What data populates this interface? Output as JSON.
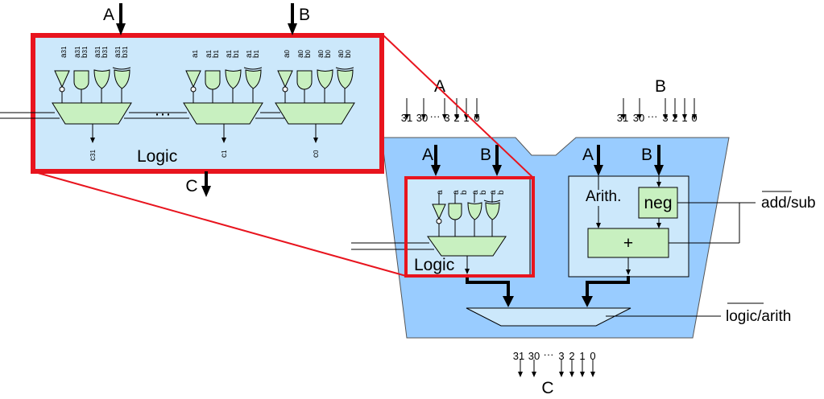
{
  "inputs": {
    "a": "A",
    "b": "B"
  },
  "output": {
    "c": "C"
  },
  "top_bits": {
    "bit_31": "31",
    "bit_30": "30",
    "dots": "···",
    "bit_3": "3",
    "bit_2": "2",
    "bit_1": "1",
    "bit_0": "0"
  },
  "logic": {
    "label": "Logic",
    "ellipsis": "···",
    "slice_31": {
      "a": "a",
      "b": "b",
      "idx": "31",
      "out": "c",
      "out_idx": "31"
    },
    "slice_1": {
      "a": "a",
      "b": "b",
      "idx": "1",
      "out": "c",
      "out_idx": "1"
    },
    "slice_0": {
      "a": "a",
      "b": "b",
      "idx": "0",
      "out": "c",
      "out_idx": "0"
    }
  },
  "arith": {
    "label": "Arith.",
    "neg_label": "neg",
    "adder_label": "+"
  },
  "controls": {
    "add_sub_overline": "add",
    "add_sub_rest": "/sub",
    "logic_arith_overline": "logic",
    "logic_arith_rest": "/arith"
  },
  "colors": {
    "alu_body": "#99ccff",
    "unit_fill": "#cce8fb",
    "gate_fill": "#c8f0c0",
    "zoom_frame": "#e8141e"
  }
}
